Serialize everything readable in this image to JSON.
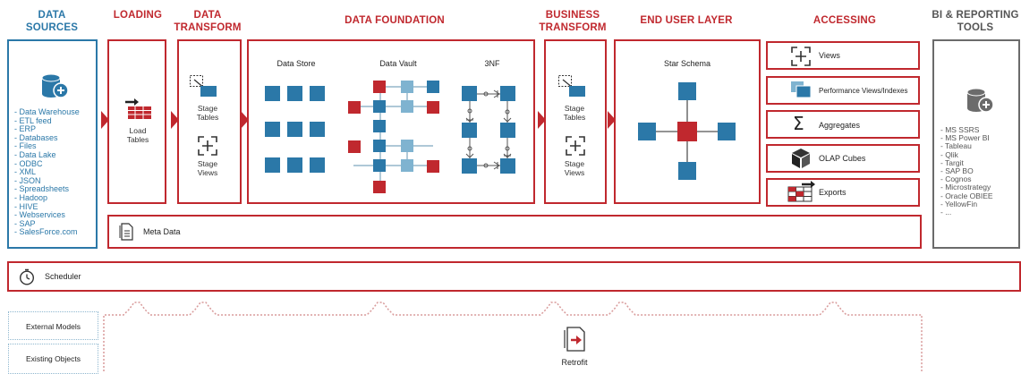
{
  "headers": {
    "data_sources": "DATA\nSOURCES",
    "loading": "LOADING",
    "data_transform": "DATA\nTRANSFORM",
    "data_foundation": "DATA FOUNDATION",
    "business_transform": "BUSINESS\nTRANSFORM",
    "end_user_layer": "END USER LAYER",
    "accessing": "ACCESSING",
    "bi_tools": "BI & REPORTING\nTOOLS"
  },
  "data_sources": [
    "- Data Warehouse",
    "- ETL feed",
    "- ERP",
    "- Databases",
    "- Files",
    "- Data Lake",
    "- ODBC",
    "- XML",
    "- JSON",
    "- Spreadsheets",
    "- Hadoop",
    "- HIVE",
    "- Webservices",
    "- SAP",
    "- SalesForce.com"
  ],
  "loading": {
    "label": "Load\nTables"
  },
  "data_transform": {
    "stage_tables": "Stage\nTables",
    "stage_views": "Stage\nViews"
  },
  "data_foundation": {
    "store": "Data Store",
    "vault": "Data Vault",
    "nf": "3NF"
  },
  "business_transform": {
    "stage_tables": "Stage\nTables",
    "stage_views": "Stage\nViews"
  },
  "end_user_layer": {
    "label": "Star Schema"
  },
  "accessing": [
    "Views",
    "Performance Views/Indexes",
    "Aggregates",
    "OLAP Cubes",
    "Exports"
  ],
  "bi_tools": [
    "- MS SSRS",
    "- MS Power BI",
    "- Tableau",
    "- Qlik",
    "- Targit",
    "- SAP BO",
    "- Cognos",
    "- Microstrategy",
    "- Oracle OBIEE",
    "- YellowFin",
    "- ..."
  ],
  "meta_data": "Meta Data",
  "scheduler": "Scheduler",
  "external_models": "External Models",
  "existing_objects": "Existing Objects",
  "retrofit": "Retrofit",
  "colors": {
    "red": "#c0282e",
    "blue": "#2b78a8",
    "light_blue": "#7fb3d0",
    "gray": "#6b6b6b"
  }
}
